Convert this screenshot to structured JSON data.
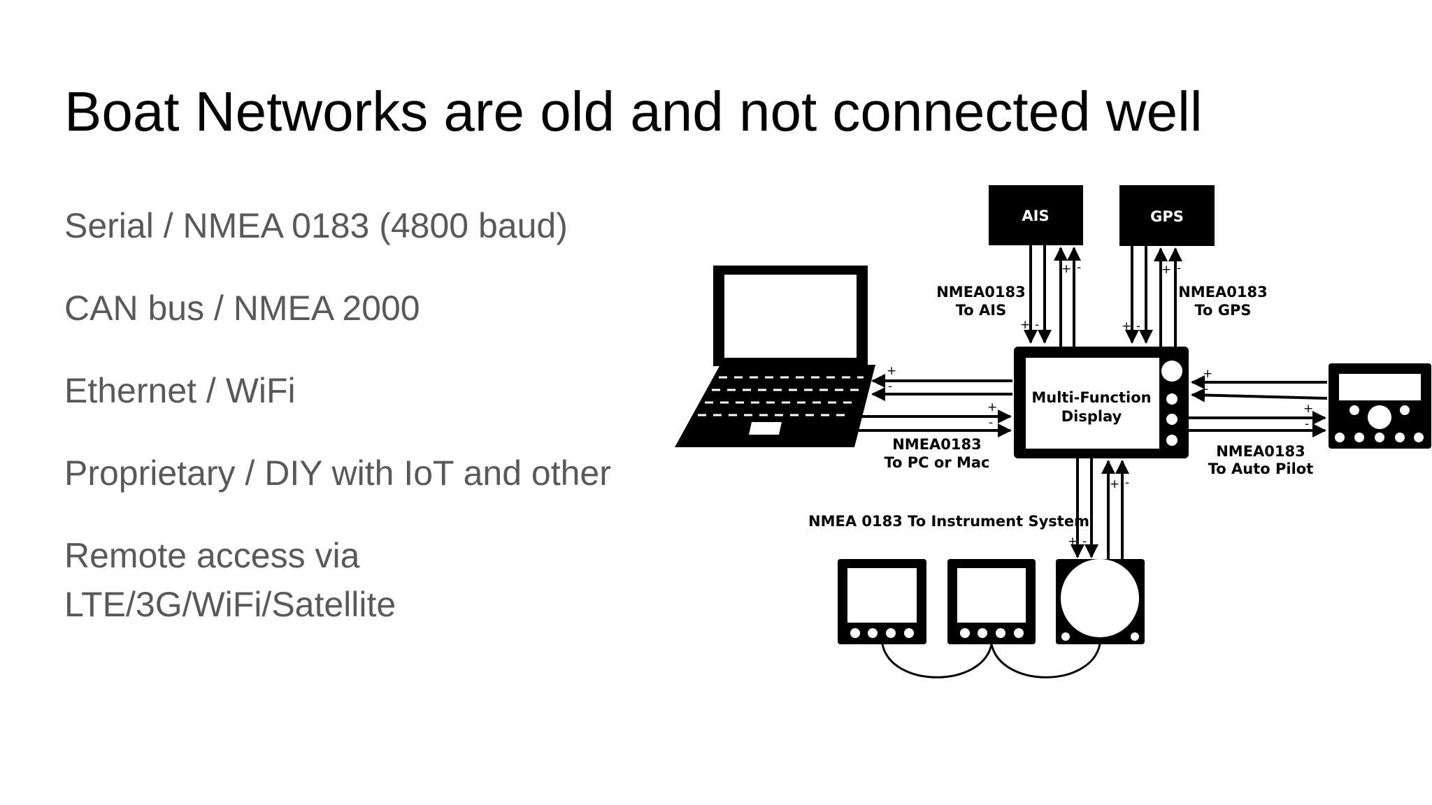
{
  "slide": {
    "title": "Boat Networks are old and not connected well",
    "bullets": [
      "Serial / NMEA 0183 (4800 baud)",
      "CAN bus / NMEA 2000",
      "Ethernet / WiFi",
      "Proprietary / DIY with IoT and other",
      "Remote access via\nLTE/3G/WiFi/Satellite"
    ]
  },
  "diagram": {
    "ais": "AIS",
    "gps": "GPS",
    "mfd_line1": "Multi-Function",
    "mfd_line2": "Display",
    "ais_link_1": "NMEA0183",
    "ais_link_2": "To AIS",
    "gps_link_1": "NMEA0183",
    "gps_link_2": "To GPS",
    "pc_link_1": "NMEA0183",
    "pc_link_2": "To PC or Mac",
    "ap_link_1": "NMEA0183",
    "ap_link_2": "To Auto Pilot",
    "instr_link": "NMEA 0183 To Instrument System",
    "plus": "+",
    "minus": "-"
  }
}
